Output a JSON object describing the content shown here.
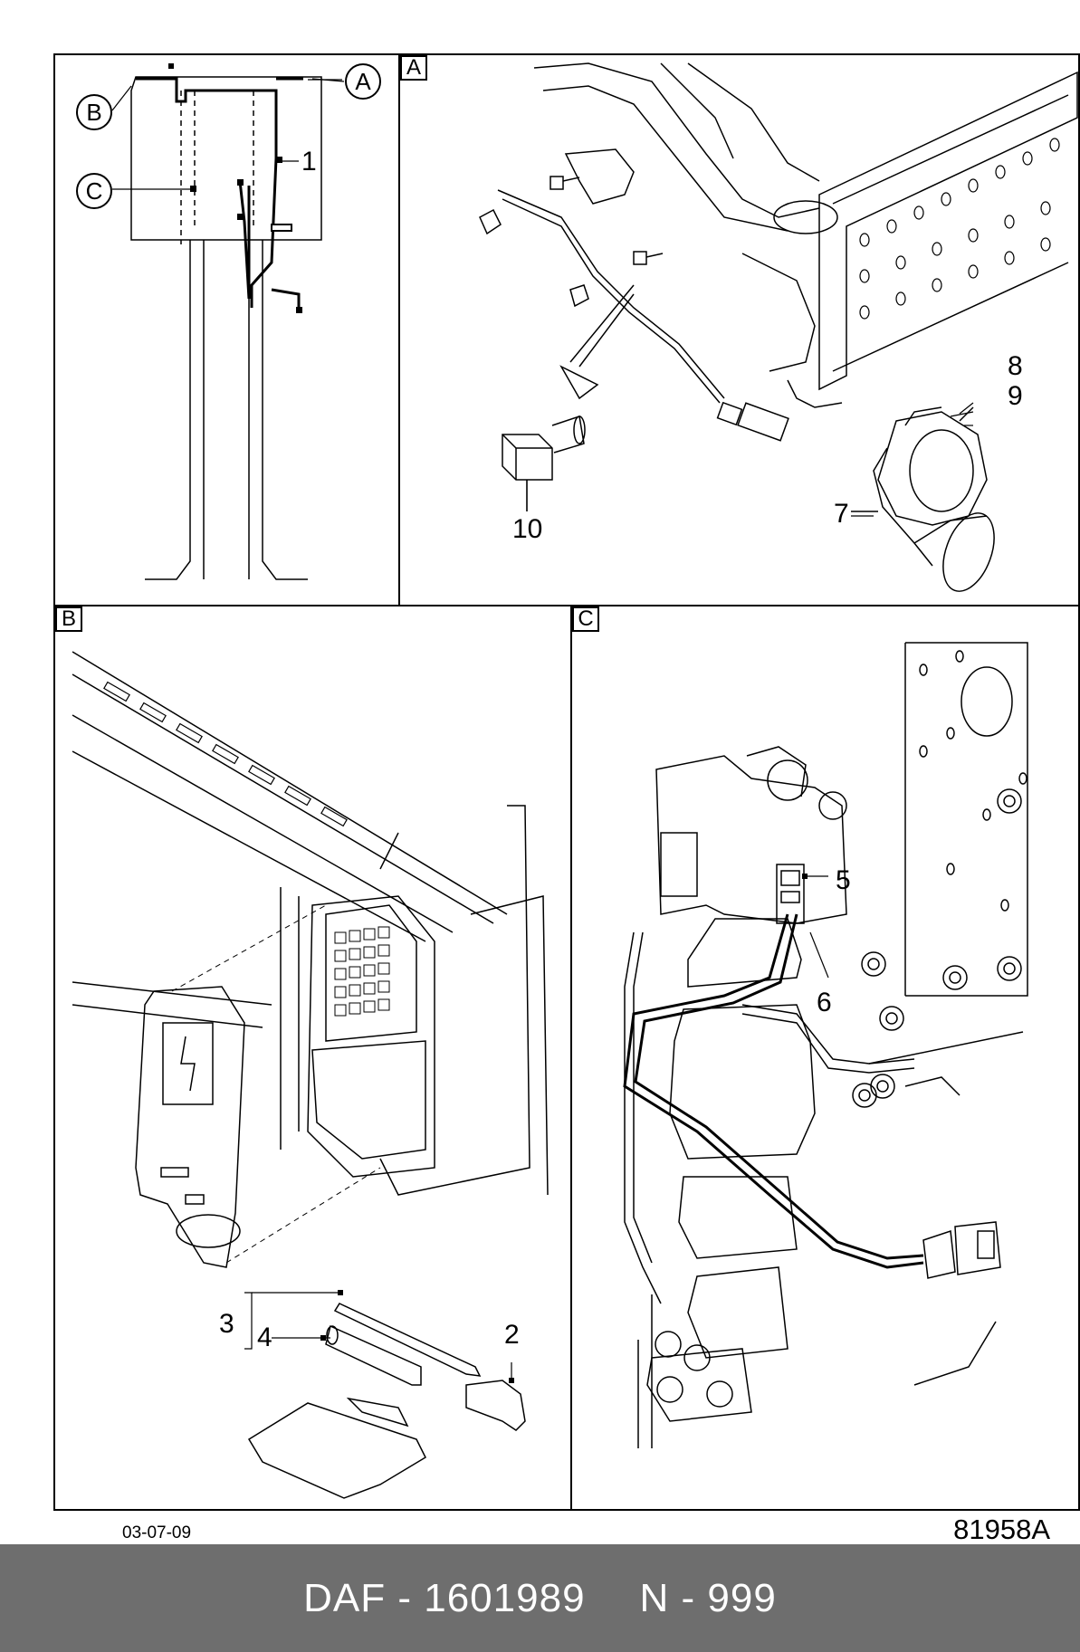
{
  "panels": {
    "a": "A",
    "b": "B",
    "c": "C"
  },
  "callouts": {
    "overview_a": "A",
    "overview_b": "B",
    "overview_c": "C",
    "n1": "1",
    "n2": "2",
    "n3": "3",
    "n4": "4",
    "n5": "5",
    "n6": "6",
    "n7": "7",
    "n8": "8",
    "n9": "9",
    "n10": "10"
  },
  "footer": {
    "date": "03-07-09",
    "drawing_code": "81958A"
  },
  "bottom_bar": {
    "part_ref": "DAF - 1601989",
    "variant": "N - 999"
  },
  "colors": {
    "line": "#000000",
    "background": "#ffffff",
    "bar": "#6e6e6e",
    "bar_text": "#ffffff"
  }
}
